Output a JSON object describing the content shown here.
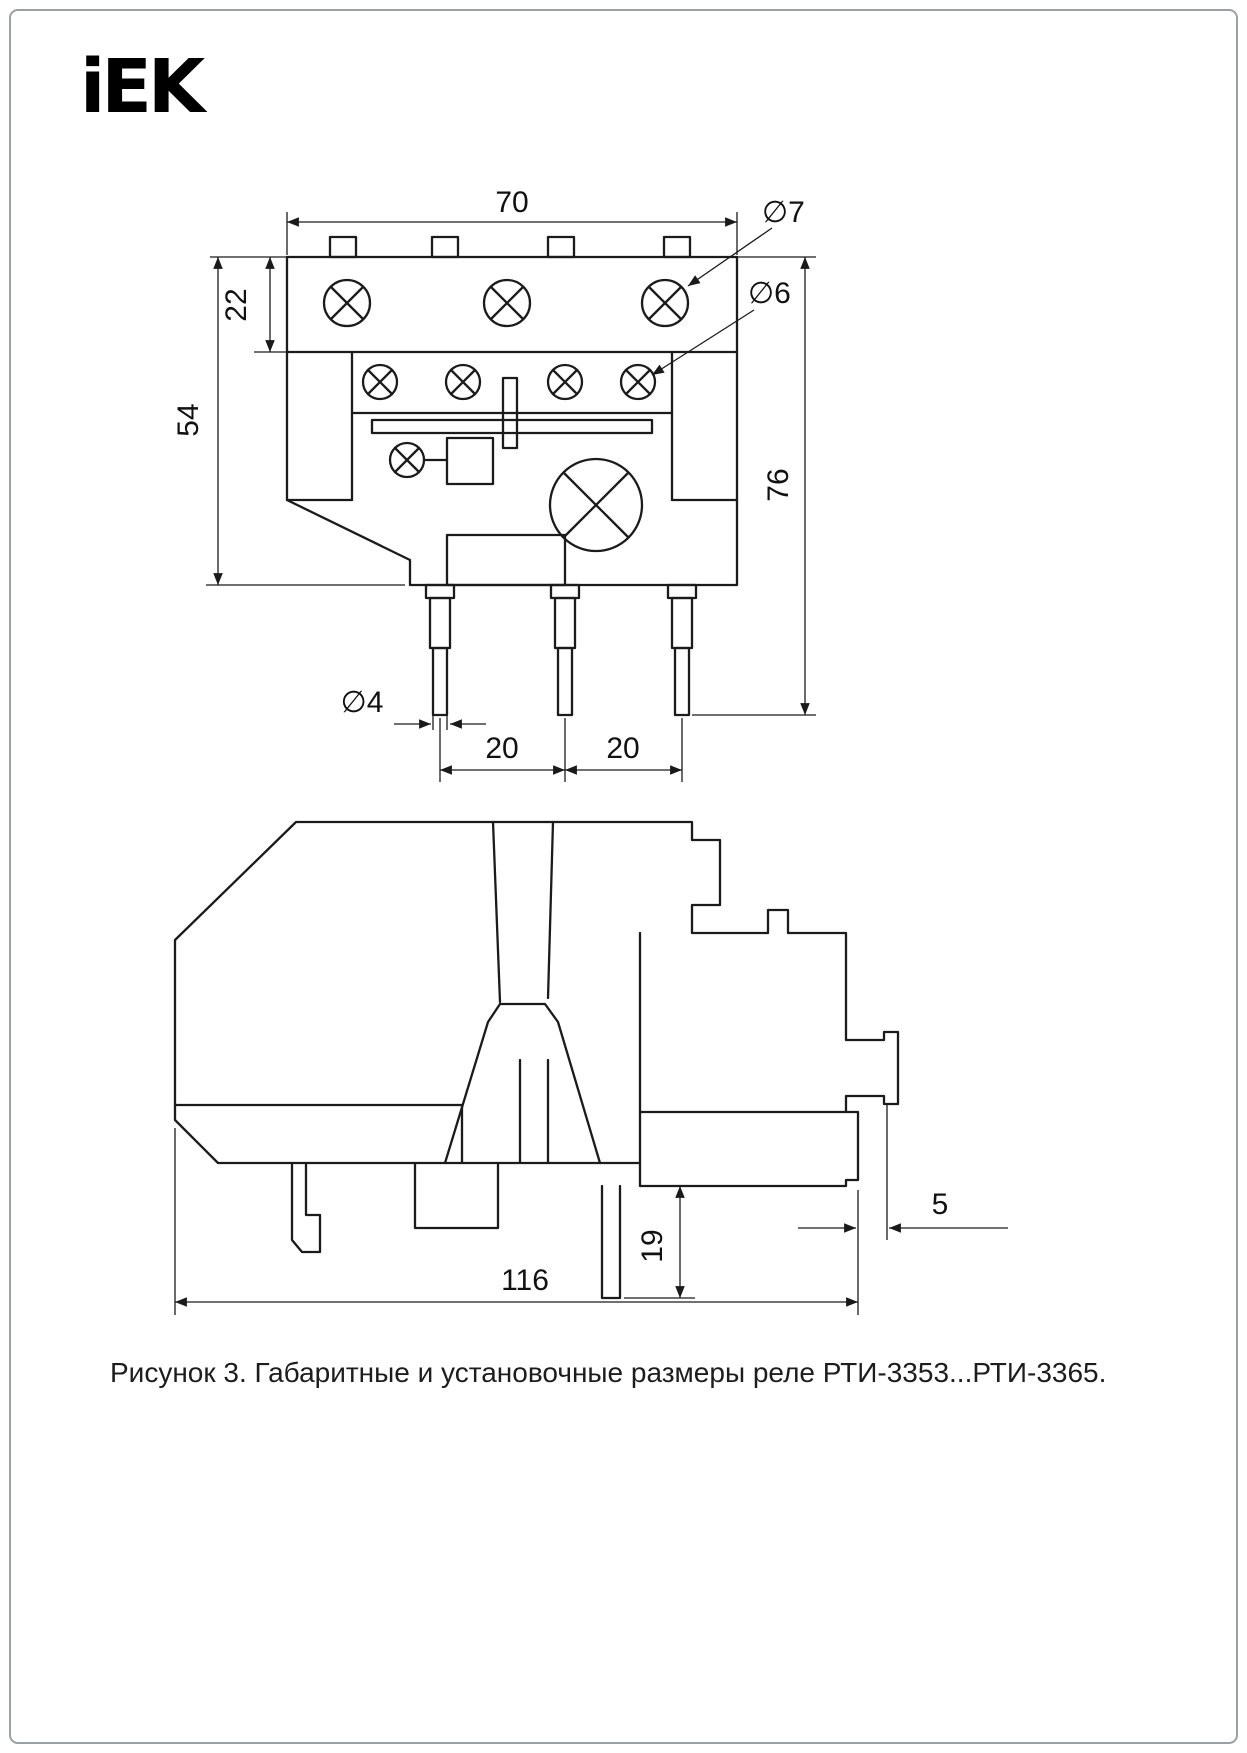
{
  "logo": {
    "text": "iEK"
  },
  "caption": "Рисунок 3. Габаритные и установочные размеры реле РТИ-3353...РТИ-3365.",
  "figure": {
    "dims": {
      "top_width": "70",
      "terminal_row_height": "22",
      "body_height": "54",
      "overall_height": "76",
      "hole_top": "∅7",
      "hole_mid": "∅6",
      "pin_dia": "∅4",
      "pin_pitch_a": "20",
      "pin_pitch_b": "20",
      "depth": "116",
      "pin_length": "19",
      "rail_gap": "5"
    }
  }
}
